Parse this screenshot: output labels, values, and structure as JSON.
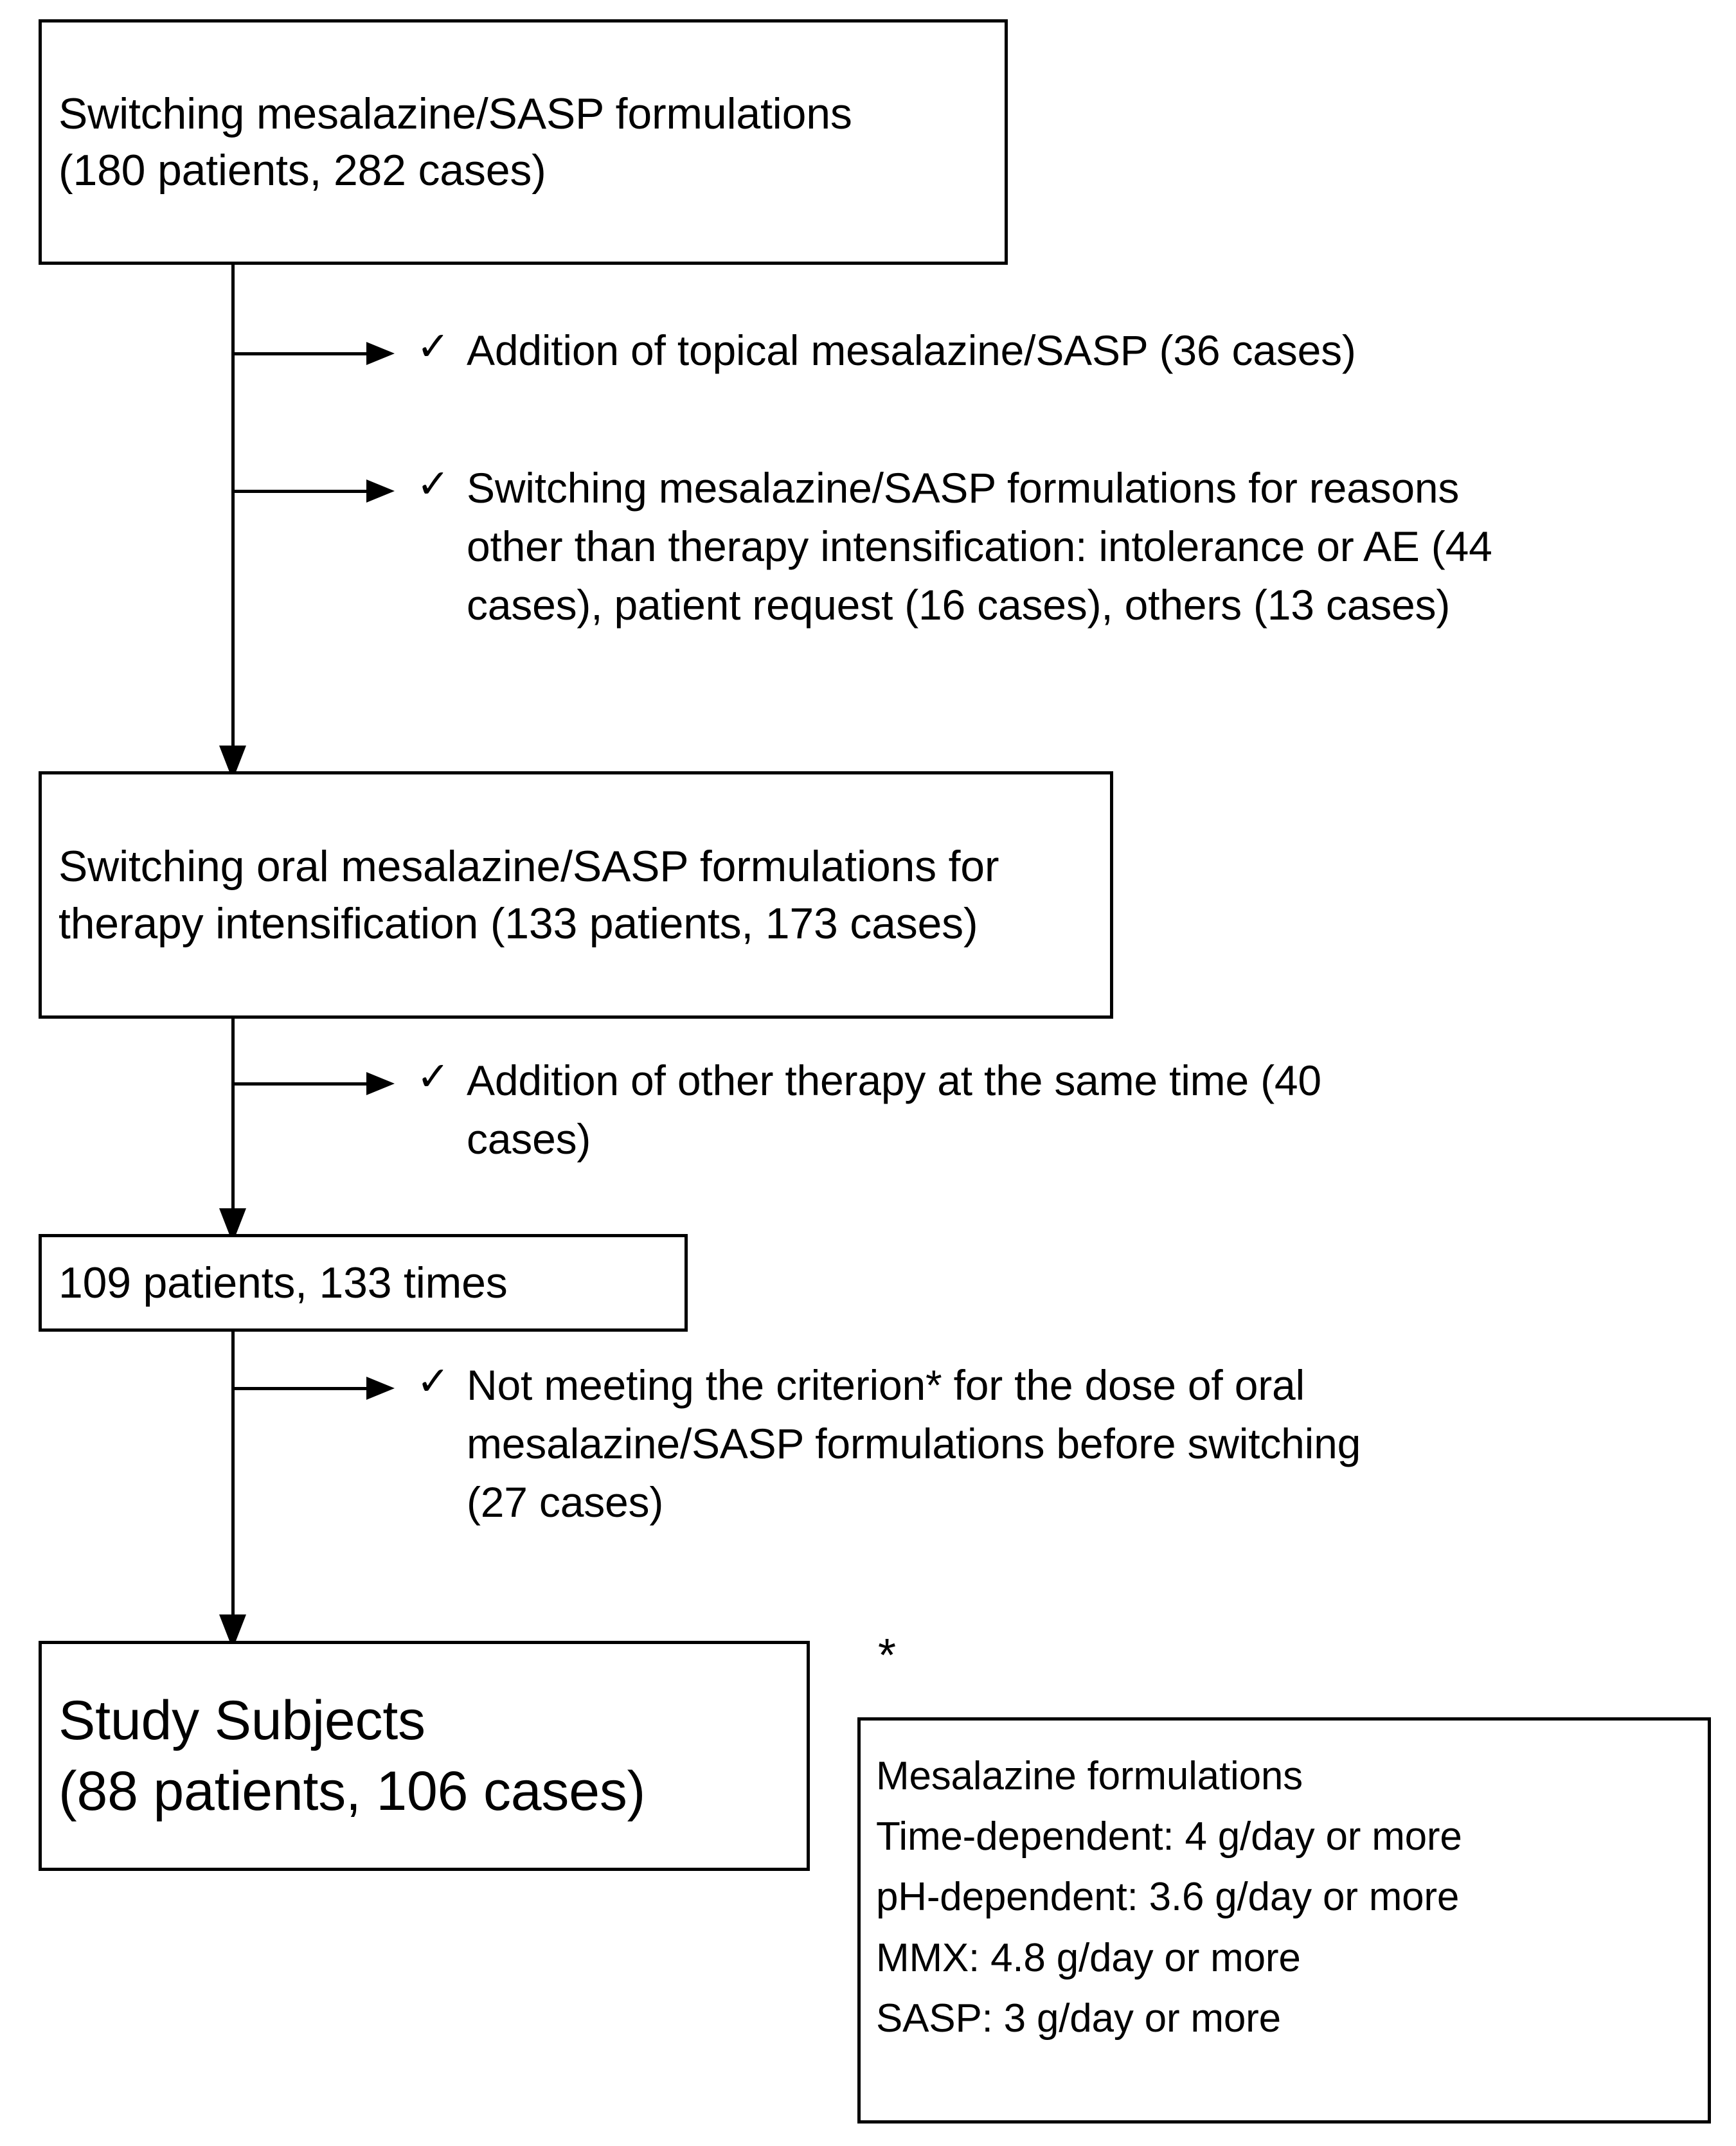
{
  "flowchart": {
    "type": "study-selection-flow",
    "boxes": {
      "origin": "Switching mesalazine/SASP formulations\n (180 patients, 282 cases)",
      "oral_intensification": "Switching oral mesalazine/SASP formulations for therapy intensification (133 patients, 173 cases)",
      "remaining": "109 patients, 133 times",
      "study_subjects": "Study Subjects\n(88 patients, 106 cases)"
    },
    "exclusions": [
      {
        "check_glyph": "✓",
        "text": "Addition of topical mesalazine/SASP (36 cases)"
      },
      {
        "check_glyph": "✓",
        "text": "Switching mesalazine/SASP formulations for reasons other than therapy intensification: intolerance or AE (44 cases), patient request (16 cases), others (13 cases)"
      },
      {
        "check_glyph": "✓",
        "text": "Addition of other therapy at the same time (40 cases)"
      },
      {
        "check_glyph": "✓",
        "text": "Not meeting the criterion* for the dose of oral mesalazine/SASP formulations before switching (27 cases)"
      }
    ],
    "footnote": {
      "marker": "*",
      "lines": [
        "Mesalazine formulations",
        "Time-dependent:  4 g/day or more",
        "pH-dependent:  3.6 g/day or more",
        "MMX: 4.8 g/day or more",
        "SASP: 3 g/day or more"
      ],
      "text": "Mesalazine formulations\nTime-dependent:  4 g/day or more\npH-dependent:  3.6 g/day or more\nMMX: 4.8 g/day or more\nSASP: 3 g/day or more"
    },
    "colors": {
      "stroke": "#000000",
      "background": "#ffffff",
      "text": "#000000"
    }
  }
}
